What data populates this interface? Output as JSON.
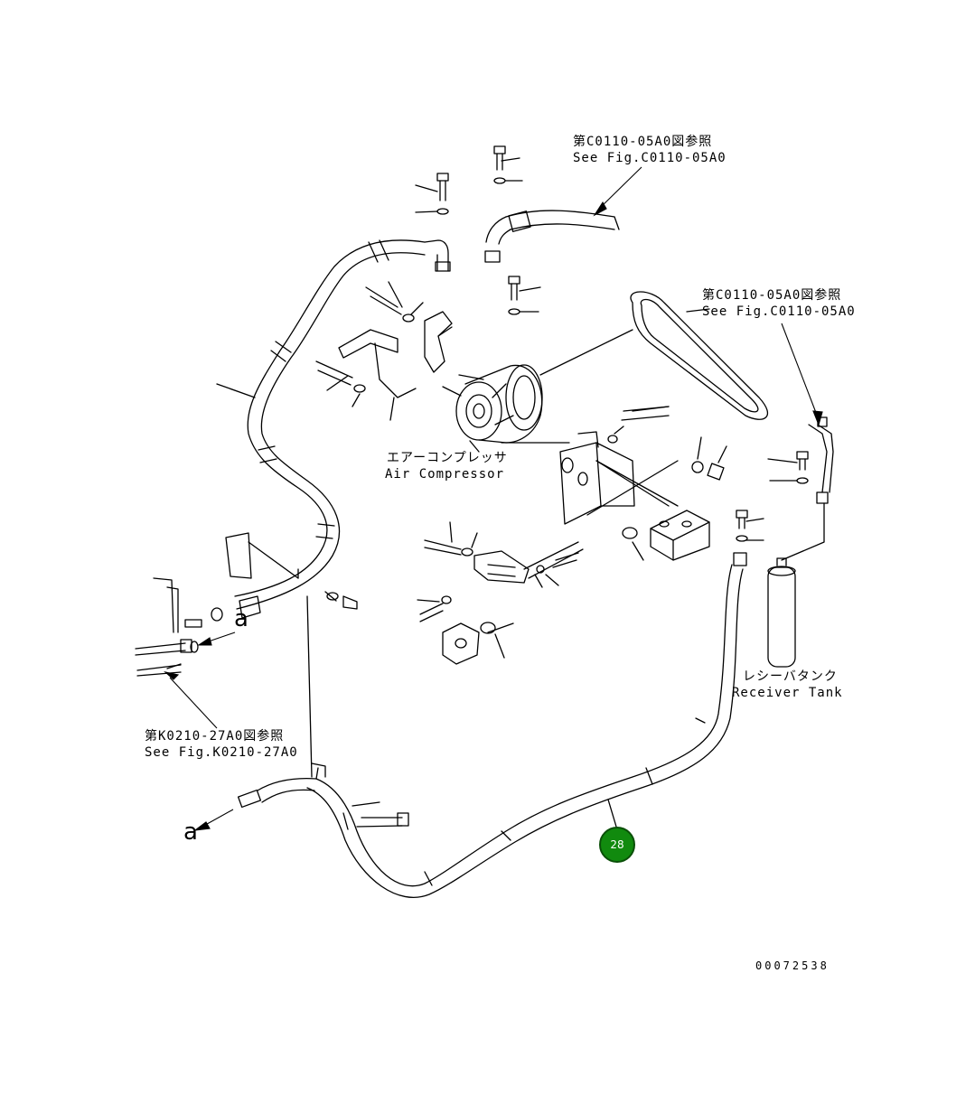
{
  "references": {
    "ref_top_jp": "第C0110-05A0図参照",
    "ref_top_en": "See Fig.C0110-05A0",
    "ref_belt_jp": "第C0110-05A0図参照",
    "ref_belt_en": "See Fig.C0110-05A0",
    "ref_left_jp": "第K0210-27A0図参照",
    "ref_left_en": "See Fig.K0210-27A0"
  },
  "components": {
    "compressor_jp": "エアーコンプレッサ",
    "compressor_en": "Air Compressor",
    "receiver_jp": "レシーバタンク",
    "receiver_en": "Receiver Tank"
  },
  "markers": {
    "connection_a_top": "a",
    "connection_a_bottom": "a"
  },
  "callout": {
    "number": "28",
    "color": "#118a0e"
  },
  "document_number": "00072538"
}
